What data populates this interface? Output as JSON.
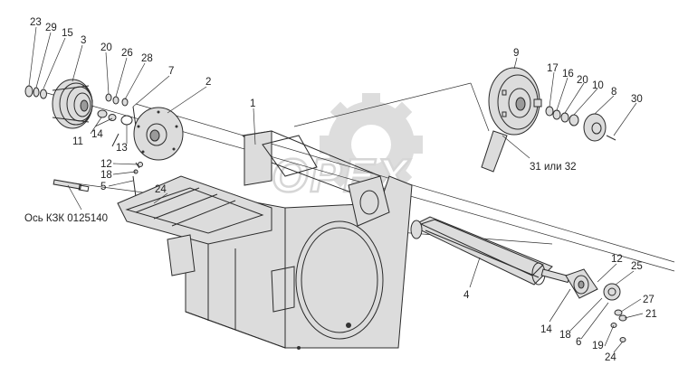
{
  "diagram": {
    "labels": {
      "n23": "23",
      "n29": "29",
      "n15": "15",
      "n3": "3",
      "n20a": "20",
      "n26": "26",
      "n28": "28",
      "n7": "7",
      "n2": "2",
      "n11": "11",
      "n14a": "14",
      "n13": "13",
      "n12a": "12",
      "n18a": "18",
      "n5": "5",
      "n24a": "24",
      "n1": "1",
      "axis_note": "Ось КЗК 0125140",
      "n9": "9",
      "n17": "17",
      "n16": "16",
      "n20b": "20",
      "n10": "10",
      "n8": "8",
      "n30": "30",
      "variant_note": "31 или 32",
      "n4": "4",
      "n12b": "12",
      "n25": "25",
      "n27": "27",
      "n21": "21",
      "n14b": "14",
      "n18b": "18",
      "n6": "6",
      "n19": "19",
      "n24b": "24"
    },
    "watermark": "OPEX"
  }
}
